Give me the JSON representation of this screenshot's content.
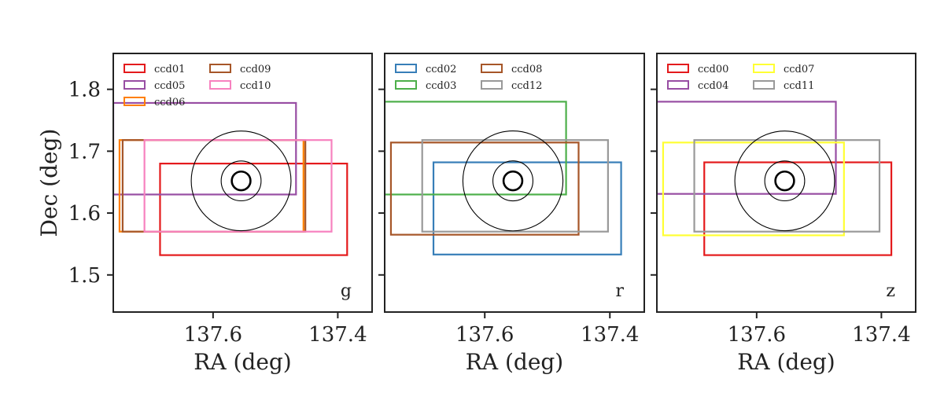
{
  "chart_data": [
    {
      "type": "line",
      "panel_label": "g",
      "xlabel": "RA (deg)",
      "ylabel": "Dec (deg)",
      "xlim": [
        137.76,
        137.345
      ],
      "ylim": [
        1.44,
        1.858
      ],
      "xticks": [
        137.6,
        137.4
      ],
      "xtick_labels": [
        "137.6",
        "137.4"
      ],
      "yticks": [
        1.5,
        1.6,
        1.7,
        1.8
      ],
      "ytick_labels": [
        "1.5",
        "1.6",
        "1.7",
        "1.8"
      ],
      "legend_columns": 2,
      "legend_placement": "top-left",
      "center": [
        137.555,
        1.652
      ],
      "circle_radii": [
        0.08,
        0.032,
        0.015
      ],
      "series": [
        {
          "name": "ccd01",
          "color": "#e41a1c",
          "ra": [
            137.685,
            137.385
          ],
          "dec": [
            1.532,
            1.68
          ]
        },
        {
          "name": "ccd05",
          "color": "#984ea3",
          "ra": [
            137.76,
            137.467
          ],
          "dec": [
            1.63,
            1.778
          ]
        },
        {
          "name": "ccd06",
          "color": "#ff7f00",
          "ra": [
            137.75,
            137.455
          ],
          "dec": [
            1.57,
            1.718
          ]
        },
        {
          "name": "ccd09",
          "color": "#a65628",
          "ra": [
            137.745,
            137.452
          ],
          "dec": [
            1.57,
            1.718
          ]
        },
        {
          "name": "ccd10",
          "color": "#f781bf",
          "ra": [
            137.71,
            137.41
          ],
          "dec": [
            1.57,
            1.718
          ]
        }
      ]
    },
    {
      "type": "line",
      "panel_label": "r",
      "xlabel": "RA (deg)",
      "ylabel": "",
      "xlim": [
        137.76,
        137.345
      ],
      "ylim": [
        1.44,
        1.858
      ],
      "xticks": [
        137.6,
        137.4
      ],
      "xtick_labels": [
        "137.6",
        "137.4"
      ],
      "yticks": [
        1.5,
        1.6,
        1.7,
        1.8
      ],
      "ytick_labels": [],
      "legend_columns": 2,
      "legend_placement": "top-left",
      "center": [
        137.555,
        1.652
      ],
      "circle_radii": [
        0.08,
        0.032,
        0.015
      ],
      "series": [
        {
          "name": "ccd02",
          "color": "#377eb8",
          "ra": [
            137.682,
            137.382
          ],
          "dec": [
            1.533,
            1.682
          ]
        },
        {
          "name": "ccd03",
          "color": "#4daf4a",
          "ra": [
            137.76,
            137.47
          ],
          "dec": [
            1.63,
            1.78
          ]
        },
        {
          "name": "ccd08",
          "color": "#a65628",
          "ra": [
            137.75,
            137.45
          ],
          "dec": [
            1.565,
            1.714
          ]
        },
        {
          "name": "ccd12",
          "color": "#999999",
          "ra": [
            137.7,
            137.403
          ],
          "dec": [
            1.57,
            1.718
          ]
        }
      ]
    },
    {
      "type": "line",
      "panel_label": "z",
      "xlabel": "RA (deg)",
      "ylabel": "",
      "xlim": [
        137.76,
        137.345
      ],
      "ylim": [
        1.44,
        1.858
      ],
      "xticks": [
        137.6,
        137.4
      ],
      "xtick_labels": [
        "137.6",
        "137.4"
      ],
      "yticks": [
        1.5,
        1.6,
        1.7,
        1.8
      ],
      "ytick_labels": [],
      "legend_columns": 2,
      "legend_placement": "top-left",
      "center": [
        137.555,
        1.652
      ],
      "circle_radii": [
        0.08,
        0.032,
        0.015
      ],
      "series": [
        {
          "name": "ccd00",
          "color": "#e41a1c",
          "ra": [
            137.684,
            137.384
          ],
          "dec": [
            1.532,
            1.682
          ]
        },
        {
          "name": "ccd04",
          "color": "#984ea3",
          "ra": [
            137.76,
            137.473
          ],
          "dec": [
            1.631,
            1.78
          ]
        },
        {
          "name": "ccd07",
          "color": "#ffff33",
          "ra": [
            137.75,
            137.46
          ],
          "dec": [
            1.564,
            1.714
          ]
        },
        {
          "name": "ccd11",
          "color": "#999999",
          "ra": [
            137.7,
            137.403
          ],
          "dec": [
            1.57,
            1.718
          ]
        }
      ]
    }
  ]
}
